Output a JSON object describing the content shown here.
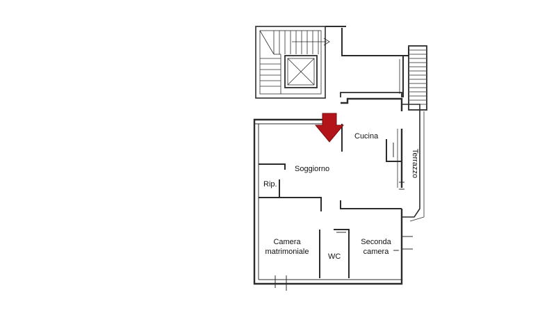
{
  "plan": {
    "rooms": {
      "cucina": "Cucina",
      "terrazzo": "Terrazzo",
      "soggiorno": "Soggiorno",
      "ripostiglio": "Rip.",
      "camera_matrimoniale_line1": "Camera",
      "camera_matrimoniale_line2": "matrimoniale",
      "wc": "WC",
      "seconda_camera_line1": "Seconda",
      "seconda_camera_line2": "camera"
    },
    "colors": {
      "wall": "#2b2b2b",
      "hatch": "#555555",
      "arrow": "#b3141a",
      "arrow_outline": "#7a0c10"
    },
    "icons": {
      "entrance": "entrance-arrow-icon",
      "stairs": "staircase-icon",
      "elevator": "elevator-shaft-icon"
    }
  }
}
